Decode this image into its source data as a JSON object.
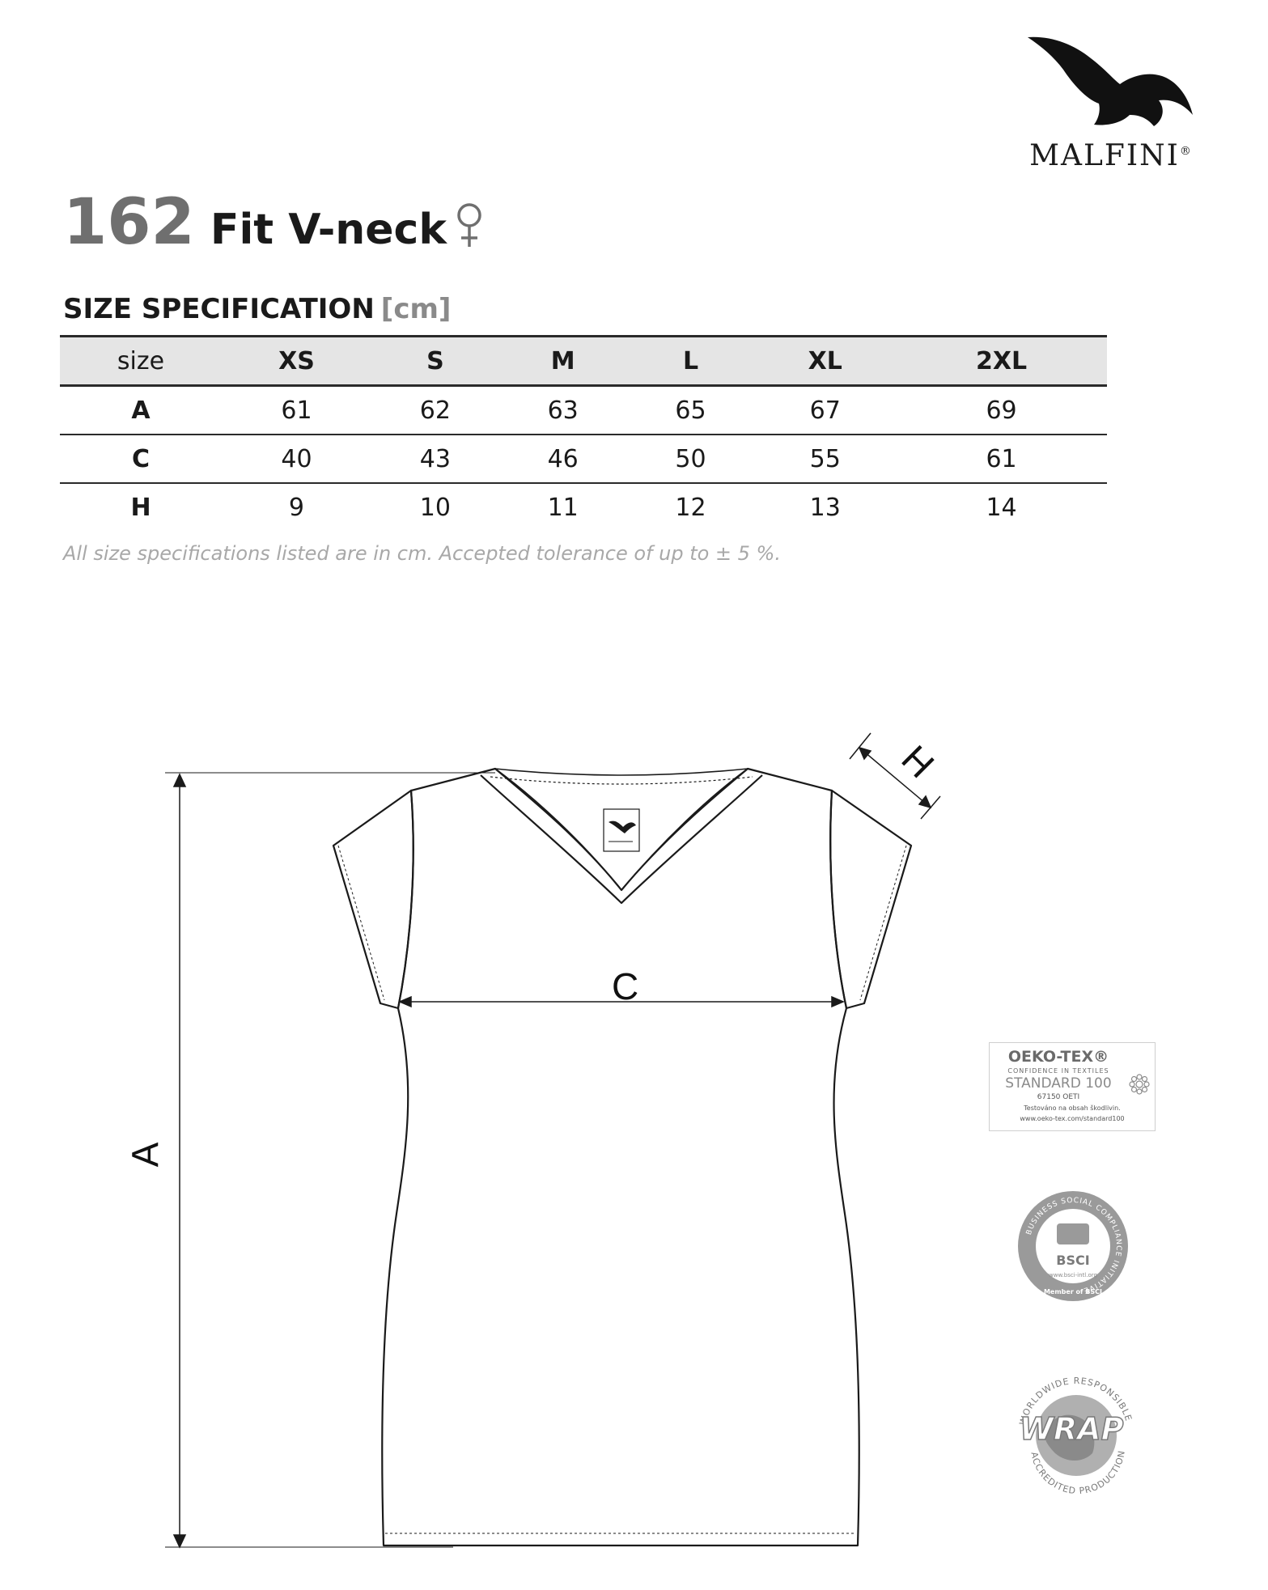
{
  "brand": {
    "name": "MALFINI",
    "registered": "®"
  },
  "product": {
    "number": "162",
    "name": "Fit V-neck",
    "gender_icon": "female-symbol-icon"
  },
  "spec": {
    "heading": "SIZE SPECIFICATION",
    "unit": "[cm]"
  },
  "table": {
    "header_label": "size",
    "sizes": [
      "XS",
      "S",
      "M",
      "L",
      "XL",
      "2XL"
    ],
    "rows": [
      {
        "label": "A",
        "values": [
          "61",
          "62",
          "63",
          "65",
          "67",
          "69"
        ]
      },
      {
        "label": "C",
        "values": [
          "40",
          "43",
          "46",
          "50",
          "55",
          "61"
        ]
      },
      {
        "label": "H",
        "values": [
          "9",
          "10",
          "11",
          "12",
          "13",
          "14"
        ]
      }
    ]
  },
  "tolerance_note": "All size specifications listed are in cm. Accepted tolerance of up to ± 5 %.",
  "diagram": {
    "label_a": "A",
    "label_c": "C",
    "label_h": "H"
  },
  "certifications": {
    "oeko": {
      "title": "OEKO-TEX®",
      "subtitle": "CONFIDENCE IN TEXTILES",
      "standard": "STANDARD 100",
      "number": "67150 OETI",
      "tested": "Testováno na obsah škodlivin.",
      "url": "www.oeko-tex.com/standard100"
    },
    "bsci": {
      "ring_text": "BUSINESS SOCIAL COMPLIANCE INITIATIVE",
      "center": "BSCI",
      "url": "www.bsci-intl.org",
      "member": "Member of BSCI"
    },
    "wrap": {
      "top_text": "WORLDWIDE RESPONSIBLE",
      "center": "WRAP",
      "bottom_text": "ACCREDITED PRODUCTION"
    }
  },
  "colors": {
    "title_number": "#6f6f6f",
    "header_bg": "#e5e5e5",
    "note": "#a8a8a8",
    "text": "#1a1a1a"
  }
}
